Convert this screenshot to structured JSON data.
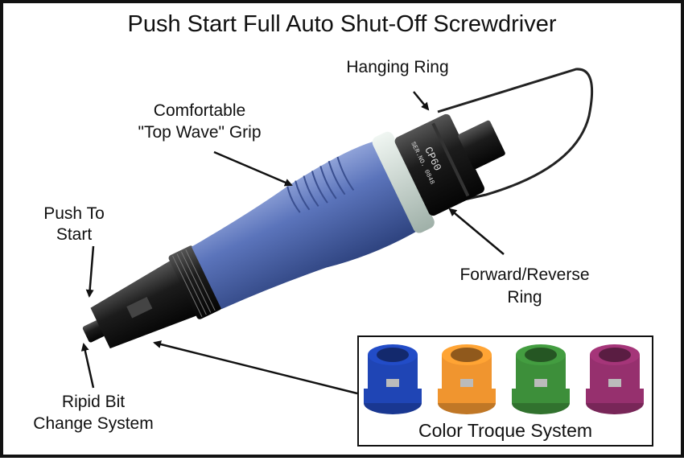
{
  "title": "Push Start Full Auto Shut-Off Screwdriver",
  "labels": {
    "hanging_ring": "Hanging Ring",
    "grip_line1": "Comfortable",
    "grip_line2": "\"Top Wave\" Grip",
    "push_line1": "Push To",
    "push_line2": "Start",
    "fr_line1": "Forward/Reverse",
    "fr_line2": "Ring",
    "bit_line1": "Ripid Bit",
    "bit_line2": "Change System"
  },
  "tool_engraving": {
    "model": "CP60",
    "serial": "SER.NO. 0848"
  },
  "inset": {
    "caption": "Color Troque System",
    "collars": [
      {
        "color": "blue",
        "hex": "#1f45b5"
      },
      {
        "color": "orange",
        "hex": "#f0952f"
      },
      {
        "color": "green",
        "hex": "#3d8f3a"
      },
      {
        "color": "purple",
        "hex": "#96306e"
      }
    ]
  },
  "colors": {
    "body_blue": "#5a73b8",
    "black": "#151515",
    "ring_gray": "#cfdcd6"
  }
}
